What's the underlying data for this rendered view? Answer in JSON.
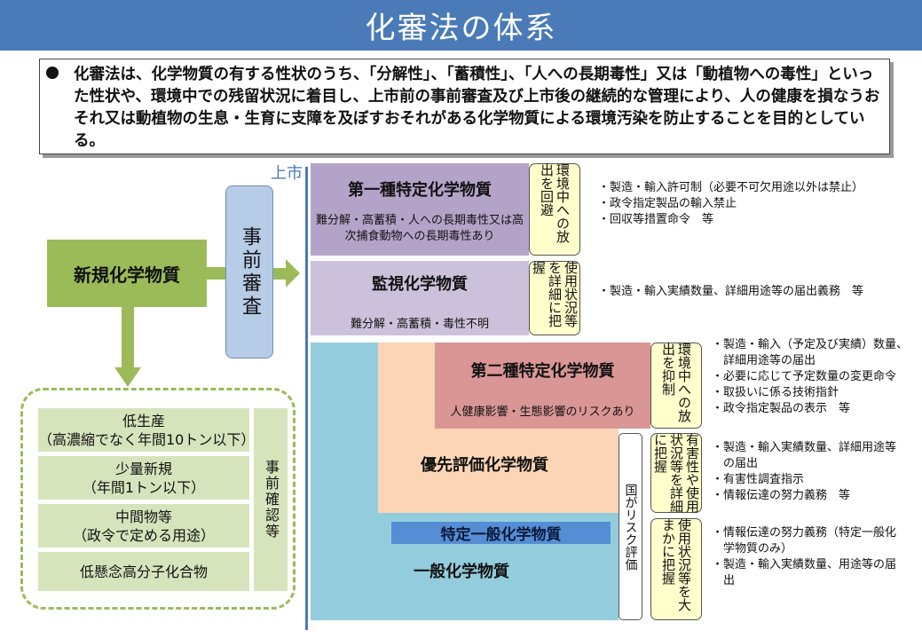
{
  "title": "化審法の体系",
  "intro": "化審法は、化学物質の有する性状のうち、「分解性」、「蓄積性」、「人への長期毒性」又は「動植物への毒性」といった性状や、環境中での残留状況に着目し、上市前の事前審査及び上市後の継続的な管理により、人の健康を損なうおそれ又は動植物の生息・生育に支障を及ぼすおそれがある化学物質による環境汚染を防止することを目的としている。",
  "new_substance": "新規化学物質",
  "pre_review": "事前審査",
  "market_label": "上市",
  "exemptions": {
    "items": [
      {
        "line1": "低生産",
        "line2": "（高濃縮でなく年間10トン以下）"
      },
      {
        "line1": "少量新規",
        "line2": "（年間1トン以下）"
      },
      {
        "line1": "中間物等",
        "line2": "（政令で定める用途）"
      },
      {
        "line1": "低懸念高分子化合物",
        "line2": ""
      }
    ],
    "confirm_label": "事前確認等"
  },
  "class1": {
    "title": "第一種特定化学物質",
    "sub": "難分解・高蓄積・人への長期毒性又は高次捕食動物への長期毒性あり",
    "tag": "環境中への放出を回避",
    "notes": [
      "・製造・輸入許可制（必要不可欠用途以外は禁止）",
      "・政令指定製品の輸入禁止",
      "・回収等措置命令　等"
    ]
  },
  "monitor": {
    "title": "監視化学物質",
    "sub": "難分解・高蓄積・毒性不明",
    "tag": "使用状況等を詳細に把握",
    "notes": [
      "・製造・輸入実績数量、詳細用途等の届出義務　等"
    ]
  },
  "class2": {
    "title": "第二種特定化学物質",
    "sub": "人健康影響・生態影響のリスクあり",
    "tag": "環境中への放出を抑制",
    "notes": [
      "・製造・輸入（予定及び実績）数量、",
      "　詳細用途等の届出",
      "・必要に応じて予定数量の変更命令",
      "・取扱いに係る技術指針",
      "・政令指定製品の表示　等"
    ]
  },
  "priority": {
    "title": "優先評価化学物質",
    "tag": "有害性や使用状況等を詳細に把握",
    "notes": [
      "・製造・輸入実績数量、詳細用途等",
      "　の届出",
      "・有害性調査指示",
      "・情報伝達の努力義務　等"
    ]
  },
  "risk_label": "国がリスク評価",
  "specified_general": "特定一般化学物質",
  "general": {
    "title": "一般化学物質",
    "tag": "使用状況等を大まかに把握",
    "notes": [
      "・情報伝達の努力義務（特定一般化",
      "　学物質のみ）",
      "・製造・輸入実績数量、用途等の届",
      "　出"
    ]
  },
  "colors": {
    "title_bar": "#4a7ab7",
    "new_substance": "#9bbb59",
    "pre_review": "#b7cce6",
    "class1": "#b4a3c8",
    "monitor": "#ccc1da",
    "class2": "#d99694",
    "priority": "#fbd5b5",
    "general": "#93cddd",
    "specified_general": "#558ed5",
    "tag_fill": "#ffffcc"
  }
}
